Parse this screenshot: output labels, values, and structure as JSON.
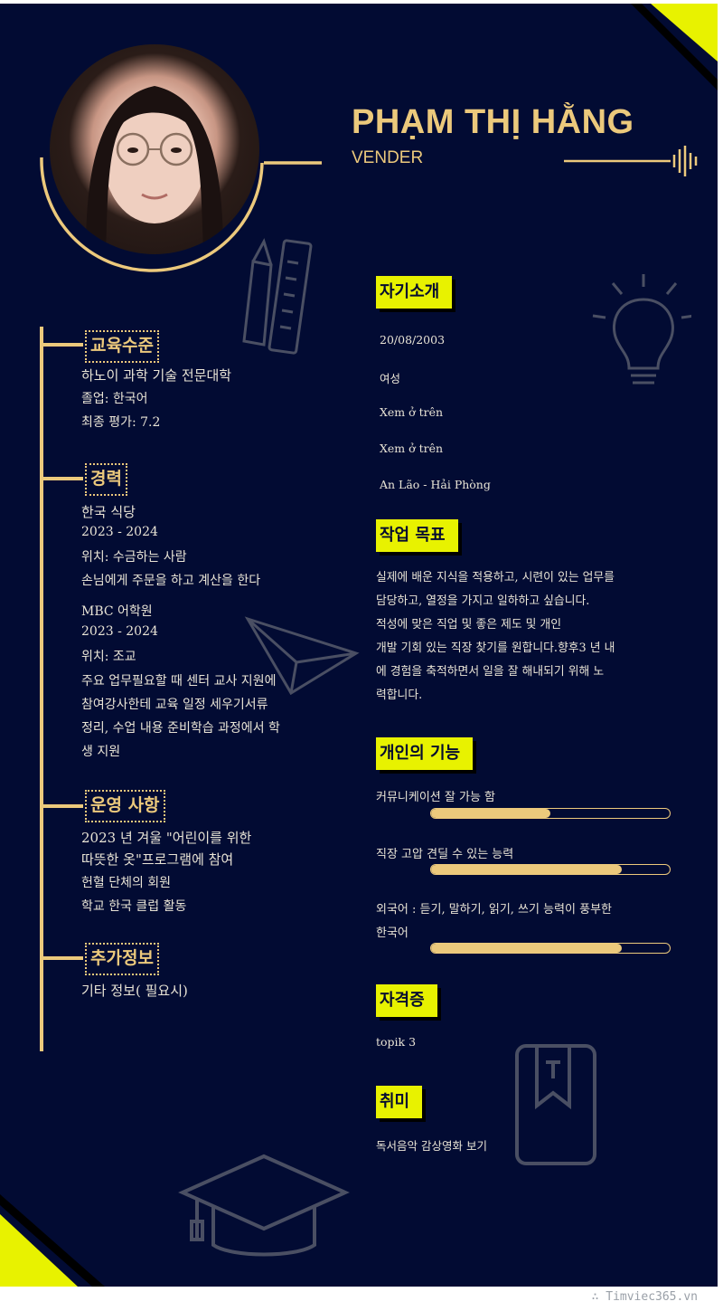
{
  "header": {
    "name": "PHẠM THỊ HẰNG",
    "role": "VENDER"
  },
  "photo": {
    "icon": "profile-photo"
  },
  "left": {
    "education": {
      "heading": "교육수준",
      "school": "하노이 과학 기술 전문대학",
      "major": "졸업: 한국어",
      "gpa": "최종 평가: 7.2"
    },
    "experience": {
      "heading": "경력",
      "jobs": [
        {
          "company": "한국 식당",
          "period": "2023 - 2024",
          "position": "위치: 수금하는 사람",
          "desc": [
            "손님에게 주문을 하고 계산을 한다"
          ]
        },
        {
          "company": "MBC 어학원",
          "period": "2023 - 2024",
          "position": "위치: 조교",
          "desc": [
            "주요 업무필요할 때 센터 교사 지원에",
            "참여강사한테    교육 일정 세우기서류",
            "정리, 수업 내용 준비학습 과정에서 학",
            "생 지원"
          ]
        }
      ]
    },
    "activities": {
      "heading": "운영 사항",
      "lines": [
        "2023  년  겨울  \"어린이를  위한",
        "따뜻한 옷\"프로그램에 참여"
      ],
      "items": [
        "헌혈 단체의 회원",
        "학교 한국 클럽 활동"
      ]
    },
    "extra": {
      "heading": "추가정보",
      "text": "기타 정보( 필요시)"
    }
  },
  "right": {
    "intro": {
      "heading": "자기소개",
      "dob": "20/08/2003",
      "gender": "여성",
      "phone": "Xem ở trên",
      "email": "Xem ở trên",
      "address": "An Lão - Hải Phòng"
    },
    "objective": {
      "heading": "작업 목표",
      "lines": [
        "실제에 배운 지식을 적용하고, 시련이 있는 업무를",
        "담당하고,  열정을  가지고  일하하고  싶습니다.",
        "  적성에   맞은 직업 및   좋은 제도   및 개인",
        "개발 기회 있는 직장 찾기를 원합니다.향후3 년 내",
        "에   경험을 축적하면서 일을 잘 해내되기 위해 노",
        "력합니다."
      ]
    },
    "skills": {
      "heading": "개인의 기능",
      "items": [
        {
          "label": "커뮤니케이션 잘 가능 함",
          "level": 0.5
        },
        {
          "label": "직장 고압 견딜 수 있는   능력",
          "level": 0.8
        },
        {
          "label": "외국어 : 듣기, 말하기, 읽기, 쓰기 능력이 풍부한",
          "label2": "한국어",
          "level": 0.8
        }
      ]
    },
    "certificates": {
      "heading": "자격증",
      "text": "topik 3"
    },
    "hobbies": {
      "heading": "취미",
      "text": "독서음악 감상영화 보기"
    }
  },
  "watermark": "∴ Timviec365.vn",
  "colors": {
    "background": "#020b33",
    "gold": "#ecc97c",
    "yellow": "#e8f200",
    "text": "#e9e4d6"
  }
}
